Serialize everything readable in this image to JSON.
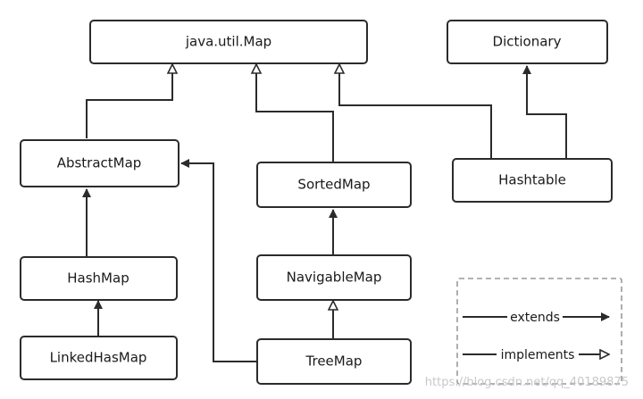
{
  "nodes": {
    "map": "java.util.Map",
    "dictionary": "Dictionary",
    "abstract_map": "AbstractMap",
    "sorted_map": "SortedMap",
    "hashtable": "Hashtable",
    "hash_map": "HashMap",
    "navigable_map": "NavigableMap",
    "linked_hash_map": "LinkedHasMap",
    "tree_map": "TreeMap"
  },
  "legend": {
    "extends": "extends",
    "implements": "implements"
  },
  "colors": {
    "stroke": "#2b2b2b",
    "legend_border": "#999999",
    "watermark": "#c8c8c8"
  },
  "watermark": "https://blog.csdn.net/qq_40189875"
}
